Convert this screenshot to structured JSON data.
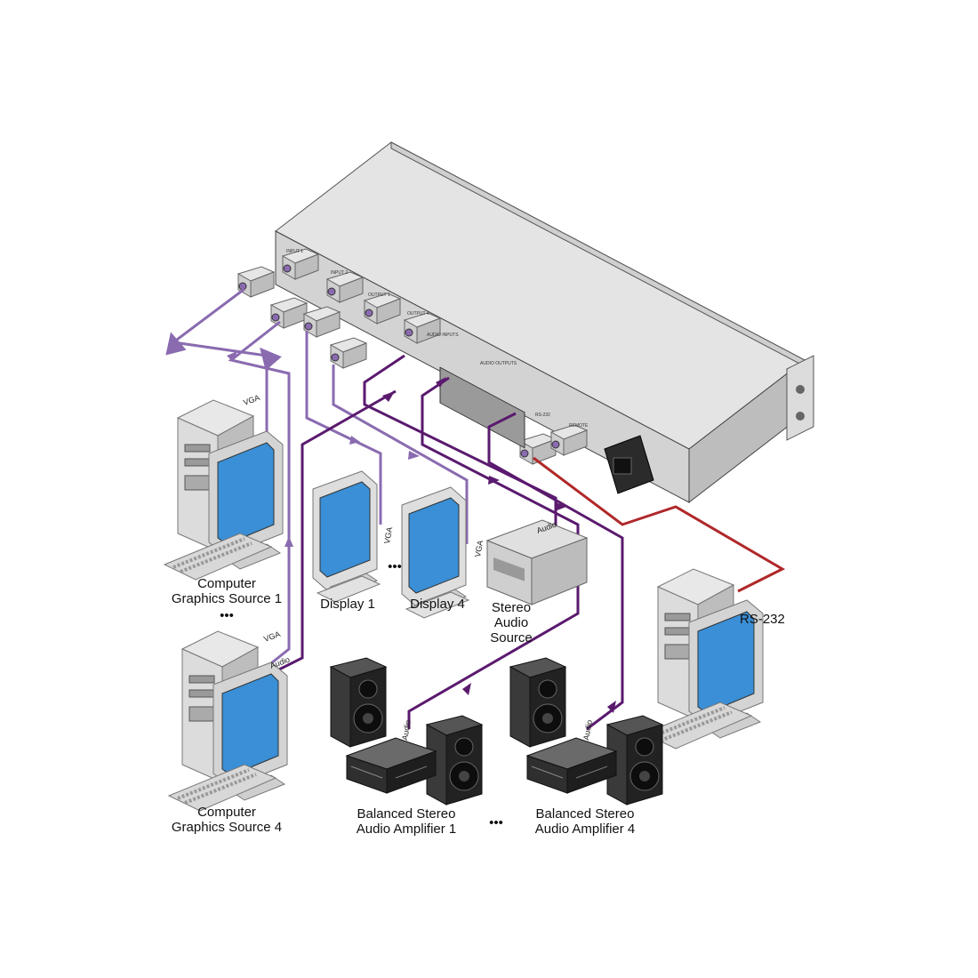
{
  "colors": {
    "vga_cable": "#8a6bb0",
    "audio_cable": "#5a1a6e",
    "rs232_cable": "#b0282a",
    "chassis_top": "#e4e4e4",
    "chassis_front": "#cfcfcf",
    "screen": "#3a8fd6",
    "speaker": "#2b2b2b"
  },
  "labels": {
    "source1": [
      "Computer",
      "Graphics Source 1"
    ],
    "source4": [
      "Computer",
      "Graphics Source 4"
    ],
    "display1": "Display 1",
    "display4": "Display 4",
    "stereo_source": [
      "Stereo",
      "Audio",
      "Source"
    ],
    "amp1": [
      "Balanced Stereo",
      "Audio Amplifier 1"
    ],
    "amp4": [
      "Balanced Stereo",
      "Audio Amplifier 4"
    ],
    "rs232": "RS-232",
    "ellipsis": "•••"
  },
  "cable_labels": {
    "vga": "VGA",
    "audio": "Audio"
  },
  "panel_labels": {
    "input1": "INPUT 1",
    "input2": "INPUT 2",
    "output1": "OUTPUT 1",
    "output4": "OUTPUT 4",
    "audio_inputs": "AUDIO INPUTS",
    "audio_outputs": "AUDIO OUTPUTS",
    "rs232": "RS-232",
    "remote": "REMOTE"
  },
  "icons": {
    "computer": "tower-pc-with-monitor-icon",
    "display": "crt-monitor-icon",
    "speaker": "speaker-cabinet-icon",
    "amplifier": "audio-amplifier-icon",
    "stereo_source": "stereo-receiver-icon",
    "switcher": "rack-matrix-switcher-icon"
  }
}
